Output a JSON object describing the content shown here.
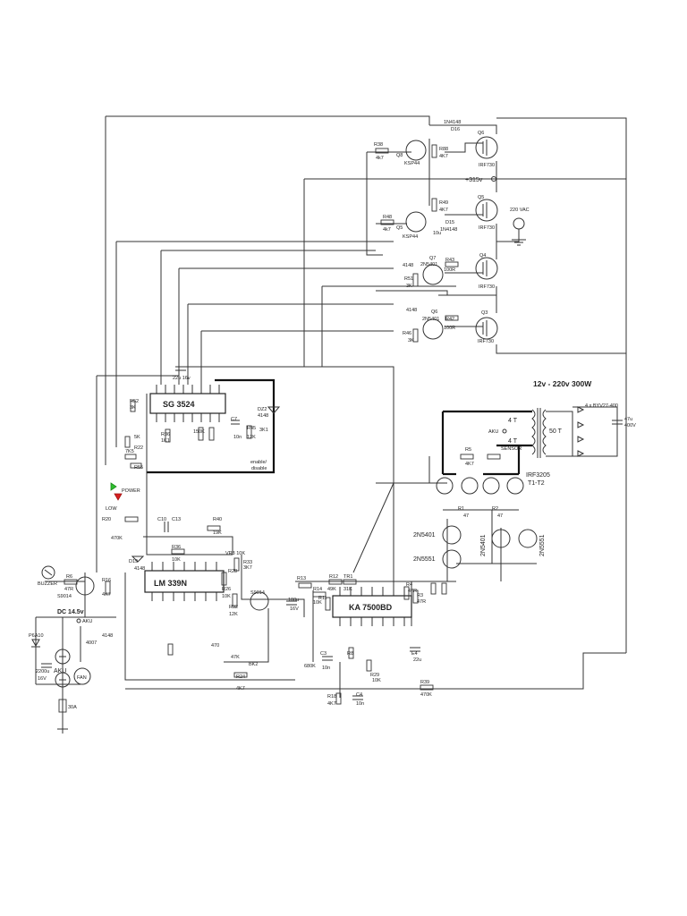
{
  "title": "12v - 220v  300W",
  "ics": {
    "sg3524": "SG 3524",
    "lm339": "LM      339N",
    "ka7500": "KA 7500BD"
  },
  "mosfet_labels": {
    "q6": "Q6",
    "q6_part": "IRF730",
    "q5": "Q5",
    "q5_part": "IRF730",
    "q4": "Q4",
    "q4_part": "IRF730",
    "q3": "Q3",
    "q3_part": "IRF730"
  },
  "driver_labels": {
    "q8": "Q8",
    "q8_part": "KSP44",
    "q5b": "Q5",
    "q5b_part": "KSP44",
    "q7": "Q7",
    "q7_part": "2N5401",
    "q6b": "Q6",
    "q6b_part": "2N5401",
    "d16": "D16",
    "d16_part": "1N4148",
    "d15": "D15",
    "d15_part": "1N4148",
    "r38": "R38",
    "r38_v": "4k7",
    "r48": "R48",
    "r48_v": "4k7",
    "r88": "R88",
    "r88_v": "4K7",
    "r49": "R49",
    "r49_v": "4K7",
    "r51": "R51",
    "r51_v": "3K",
    "r46": "R46",
    "r46_v": "3K",
    "r42": "R42",
    "r42_v": "100R",
    "r43": "R43",
    "r43_v": "100R",
    "d4148a": "4148",
    "d4148b": "4148",
    "c10u": "10u"
  },
  "hv": {
    "plus315": "+315v",
    "ac_out": "220 VAC",
    "transformer_primary_top": "4 T",
    "transformer_primary_bottom": "4 T",
    "transformer_secondary": "50 T",
    "akku": "AKU",
    "sensor": "SENSOR",
    "rectifier": "4 x BYV27-400",
    "cap_hv": "47u",
    "cap_hv_v": "400V"
  },
  "power_stage": {
    "fets": "IRF3205",
    "fets_sub": "T1-T2",
    "r5": "R5",
    "r5_v": "4K7",
    "r1": "R1",
    "r1_v": "47",
    "r2": "R2",
    "r2_v": "47",
    "q_a": "2N5401",
    "q_b": "2N5551",
    "q_c": "2N5401",
    "q_d": "2N5551"
  },
  "left_section": {
    "dc_in": "DC 14.5v",
    "akku": "AKU",
    "akku2": "AKU",
    "fan": "FAN",
    "buzzer": "BUZZER",
    "power_led": "POWER",
    "low_led": "LOW",
    "q_buzzer": "S9014",
    "r6": "R6",
    "r6_v": "47R",
    "r16": "R16",
    "r16_v": "4K7",
    "zd": "P6A10",
    "c_main": "2200u",
    "c_main_v": "16V",
    "fuse": "30A",
    "d4007": "4007",
    "d4148": "4148"
  },
  "sg_section": {
    "c7": "C7",
    "r45": "R45",
    "r45_v": "12K",
    "r36": "R36",
    "r36_v": "1K1",
    "r52": "R52",
    "r52_v": "3K",
    "r22": "R22",
    "r55": "R55",
    "dz2": "DZ2",
    "dz2_part": "4148",
    "r3k1": "3K1",
    "enable": "enable/",
    "disable": "disable",
    "c22u": "22u 16v",
    "c10n": "10n",
    "r150k": "150K",
    "r5k": "5K",
    "r7k5": "7K5"
  },
  "lm_section": {
    "r40": "R40",
    "r40_v": "19K",
    "r36b": "R36",
    "r36b_v": "10K",
    "r33": "R33",
    "r33_v": "3K7",
    "vr3": "VR3 10K",
    "r28": "R28",
    "r26": "R26",
    "r26_v": "10K",
    "r32": "R32",
    "r32_v": "12K",
    "c10": "C10",
    "c13": "C13",
    "r20": "R20",
    "r47": "470K",
    "d19": "D19",
    "d19_part": "4148",
    "q9014": "S9014",
    "r24": "R24",
    "r24_v": "4K7",
    "bk2": "BK2",
    "r47k": "47K",
    "c470": "470"
  },
  "ka_section": {
    "r12": "R12",
    "r12_v": "49K",
    "tr1": "TR1",
    "tr1_v": "31K",
    "r13": "R13",
    "r14": "R14",
    "r14_v": "10K",
    "r11": "R11",
    "r4": "R4",
    "r4_v": "47R",
    "r3": "R3",
    "r3_v": "47R",
    "c3": "C3",
    "c3_v": "10n",
    "r8": "R8",
    "r29": "R29",
    "r29_v": "10K",
    "e4": "E4",
    "e4_v": "22u",
    "r18": "R18",
    "r18_v": "4K7",
    "c4": "C4",
    "c4_v": "10n",
    "r39": "R39",
    "r39_v": "470K",
    "r680k": "680K",
    "c100u": "100u",
    "c100u_v": "16V"
  }
}
